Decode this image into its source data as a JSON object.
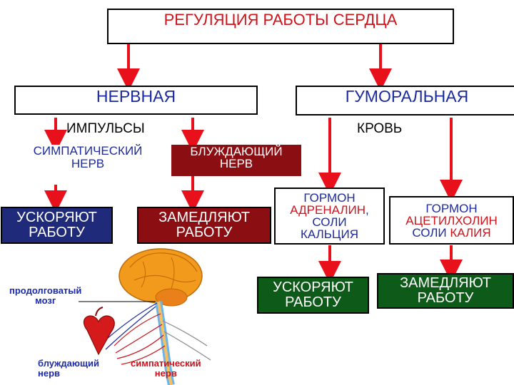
{
  "title": "РЕГУЛЯЦИЯ РАБОТЫ СЕРДЦА",
  "left_branch": {
    "heading": "НЕРВНАЯ",
    "sub_label": "ИМПУЛЬСЫ",
    "sympathetic_nerve": "СИМПАТИЧЕСКИЙ\nНЕРВ",
    "vagus_nerve": "БЛУЖДАЮЩИЙ\nНЕРВ",
    "speed_up": "УСКОРЯЮТ\nРАБОТУ",
    "slow_down": "ЗАМЕДЛЯЮТ\nРАБОТУ"
  },
  "right_branch": {
    "heading": "ГУМОРАЛЬНАЯ",
    "sub_label": "КРОВЬ",
    "hormone_left": {
      "line1": "ГОРМОН",
      "line2": "АДРЕНАЛИН",
      "line2_suffix": ",",
      "line3": "СОЛИ",
      "line4": "КАЛЬЦИЯ"
    },
    "hormone_right": {
      "line1": "ГОРМОН",
      "line2": "АЦЕТИЛХОЛИН",
      "line3_prefix": "СОЛИ ",
      "line3": "КАЛИЯ"
    },
    "speed_up": "УСКОРЯЮТ\nРАБОТУ",
    "slow_down": "ЗАМЕДЛЯЮТ\nРАБОТУ"
  },
  "illustration": {
    "medulla_label": "продолговатый\nмозг",
    "vagus_label": "блуждающий\nнерв",
    "sympathetic_label": "симпатический\nнерв"
  },
  "colors": {
    "arrow_red": "#e8101a",
    "vagus_box": "#8b0e12",
    "speed_box": "#1f2a7a",
    "humoral_speed_box": "#0e5a18",
    "hormone_red": "#d0121a",
    "hormone_blue": "#1c2aa0",
    "label_blue": "#1a2aa8",
    "label_red": "#cc1018"
  }
}
